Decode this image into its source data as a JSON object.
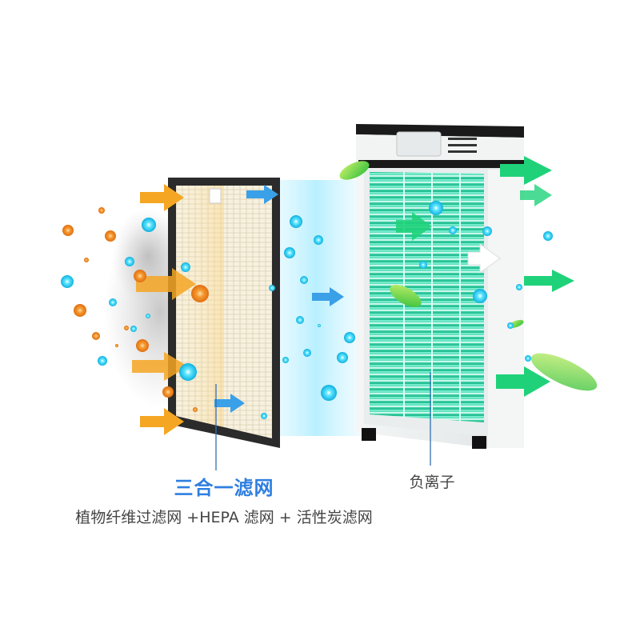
{
  "filter_caption": {
    "title": "三合一滤网",
    "subtitle": "植物纤维过滤网 +HEPA 滤网 + 活性炭滤网"
  },
  "ion_caption": {
    "label": "负离子"
  },
  "colors": {
    "title_blue": "#2f7fe0",
    "text_gray": "#444444",
    "arrow_orange": "#f5a623",
    "arrow_blue": "#3aa0e8",
    "arrow_green": "#1fd27a",
    "fan_teal": "#25d6a4",
    "dot_orange": "#f08a1e",
    "dot_cyan": "#1ec8f0"
  }
}
